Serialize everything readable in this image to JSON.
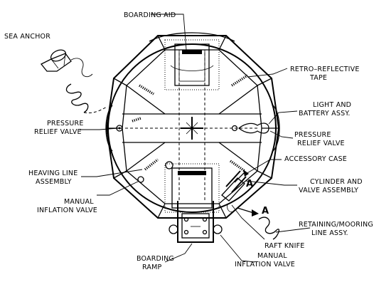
{
  "labels": {
    "boarding_aid": "BOARDING AID",
    "sea_anchor": "SEA ANCHOR",
    "retro_1": "RETRO–REFLECTIVE",
    "retro_2": "TAPE",
    "light_1": "LIGHT AND",
    "light_2": "BATTERY ASSY.",
    "prv_left_1": "PRESSURE",
    "prv_left_2": "RELIEF VALVE",
    "prv_right_1": "PRESSURE",
    "prv_right_2": "RELIEF VALVE",
    "accessory_case": "ACCESSORY CASE",
    "heaving_1": "HEAVING LINE",
    "heaving_2": "ASSEMBLY",
    "cylinder_1": "CYLINDER AND",
    "cylinder_2": "VALVE ASSEMBLY",
    "miv_left_1": "MANUAL",
    "miv_left_2": "INFLATION VALVE",
    "retaining_1": "RETAINING/MOORING",
    "retaining_2": "LINE ASSY.",
    "raft_knife": "RAFT KNIFE",
    "boarding_ramp_1": "BOARDING",
    "boarding_ramp_2": "RAMP",
    "miv_bottom_1": "MANUAL",
    "miv_bottom_2": "INFLATION VALVE",
    "section_a": "A"
  }
}
